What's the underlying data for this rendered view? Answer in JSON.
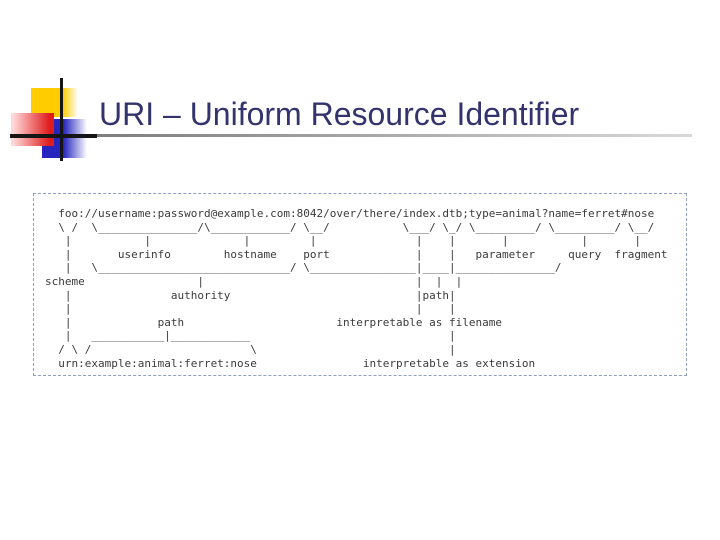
{
  "slide": {
    "title": "URI – Uniform Resource Identifier",
    "colors": {
      "title_text": "#33336e",
      "decor_yellow": "#ffcc00",
      "decor_red": "#e01b1b",
      "decor_blue": "#2626be",
      "decor_lines": "#151515",
      "rule_gradient_start": "#7d7d7d",
      "rule_gradient_end": "#d9d9d9",
      "panel_border": "#8f9fc4",
      "diagram_text": "#3b3b3b",
      "background": "#ffffff"
    },
    "diagram": {
      "example_uri": "foo://username:password@example.com:8042/over/there/index.dtb;type=animal?name=ferret#nose",
      "urn_example": "urn:example:animal:ferret:nose",
      "labels": [
        "scheme",
        "userinfo",
        "hostname",
        "port",
        "authority",
        "path",
        "parameter",
        "query",
        "fragment",
        "interpretable as filename",
        "interpretable as extension"
      ],
      "ascii_lines": [
        "  foo://username:password@example.com:8042/over/there/index.dtb;type=animal?name=ferret#nose",
        "  \\ /  \\_______________/\\____________/ \\__/           \\___/ \\_/ \\_________/ \\_________/ \\__/",
        "   |           |              |         |               |    |       |           |       |",
        "   |       userinfo        hostname    port             |    |   parameter     query  fragment",
        "   |   \\_____________________________/ \\________________|____|_______________/",
        "scheme                 |                                |  |  |",
        "   |               authority                            |path|",
        "   |                                                    |    |",
        "   |             path                       interpretable as filename",
        "   |   ___________|____________                              |",
        "  / \\ /                        \\                             |",
        "  urn:example:animal:ferret:nose                interpretable as extension"
      ]
    }
  }
}
